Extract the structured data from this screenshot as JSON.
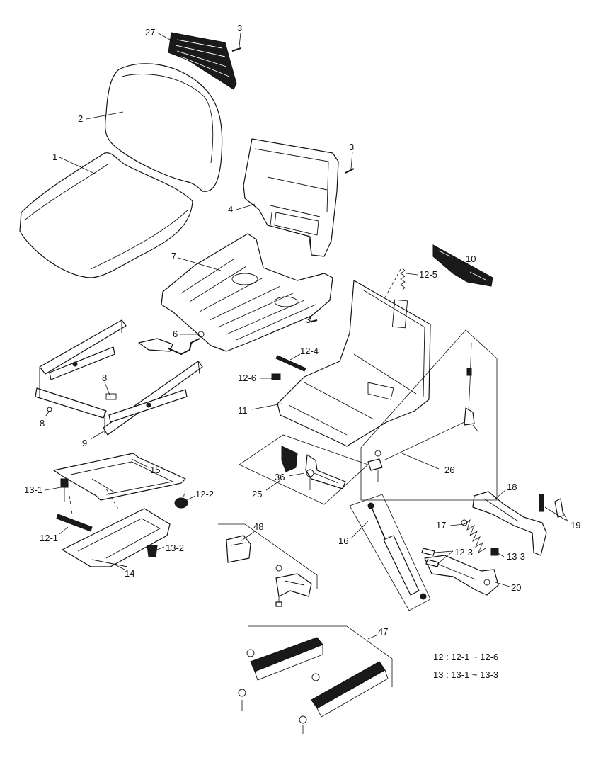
{
  "callouts": {
    "c1": "1",
    "c2": "2",
    "c3a": "3",
    "c3b": "3",
    "c3c": "3",
    "c4": "4",
    "c6": "6",
    "c7": "7",
    "c8a": "8",
    "c8b": "8",
    "c9": "9",
    "c10": "10",
    "c11": "11",
    "c12_1": "12-1",
    "c12_2": "12-2",
    "c12_3": "12-3",
    "c12_4": "12-4",
    "c12_5": "12-5",
    "c12_6": "12-6",
    "c13_1": "13-1",
    "c13_2": "13-2",
    "c13_3": "13-3",
    "c14": "14",
    "c15": "15",
    "c16": "16",
    "c17": "17",
    "c18": "18",
    "c19": "19",
    "c20": "20",
    "c25": "25",
    "c26": "26",
    "c27": "27",
    "c36": "36",
    "c47": "47",
    "c48": "48"
  },
  "notes": {
    "group12": "12 : 12-1  ~  12-6",
    "group13": "13 : 13-1  ~  13-3"
  }
}
